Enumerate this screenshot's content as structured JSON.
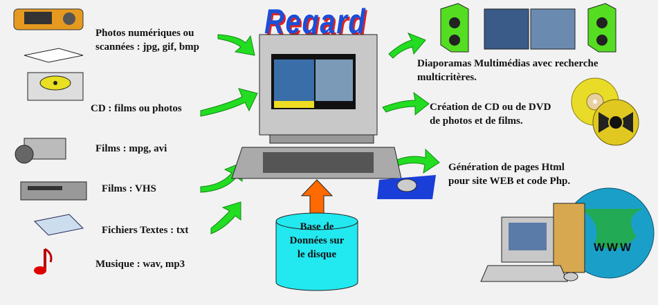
{
  "logo": {
    "text": "Regard"
  },
  "inputs": [
    {
      "line1": "Photos  numériques ou",
      "line2": "scannées : jpg, gif, bmp",
      "icon": "camera-scanner-icon"
    },
    {
      "line1": "CD : films ou photos",
      "icon": "cd-drive-icon"
    },
    {
      "line1": "Films : mpg, avi",
      "icon": "video-camera-icon"
    },
    {
      "line1": "Films : VHS",
      "icon": "vcr-icon"
    },
    {
      "line1": "Fichiers Textes : txt",
      "icon": "paper-scroll-icon"
    },
    {
      "line1": "Musique : wav, mp3",
      "icon": "music-note-icon"
    }
  ],
  "database": {
    "line1": "Base de",
    "line2": "Données sur",
    "line3": "le disque"
  },
  "outputs": [
    {
      "line1": "Diaporamas Multimédias avec recherche",
      "line2": "multicritères."
    },
    {
      "line1": "Création de CD ou de DVD",
      "line2": "de photos et de films."
    },
    {
      "line1": "Génération de pages Html",
      "line2": "pour site WEB et code Php."
    }
  ],
  "globe_text": "WWW",
  "colors": {
    "background": "#f2f2f2",
    "arrow": "#22dd22",
    "logo": "#1a4fd8",
    "database": "#22e8f0",
    "db_arrow": "#ff6a00"
  }
}
